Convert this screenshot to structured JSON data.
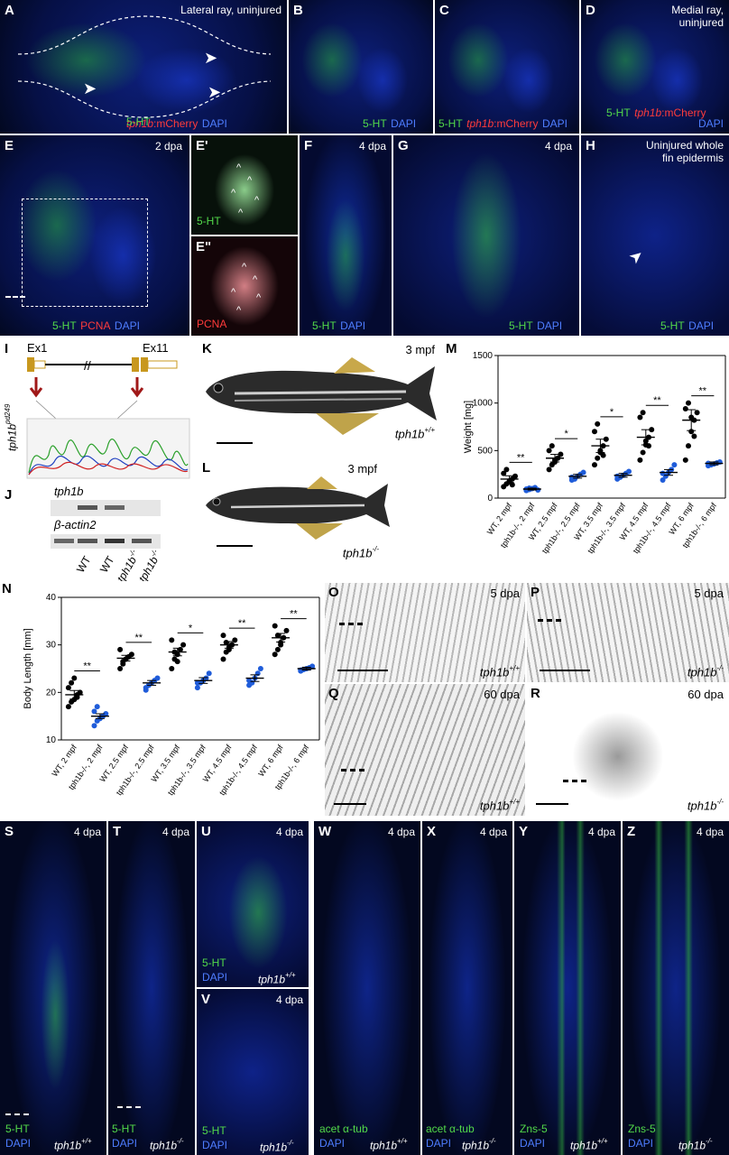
{
  "panels": {
    "A": {
      "letter": "A",
      "title": "Lateral ray, uninjured",
      "stain_5ht": "5-HT",
      "stain_gene": "tph1b",
      "stain_mcherry": ":mCherry",
      "stain_dapi": "DAPI"
    },
    "B": {
      "letter": "B",
      "stain_5ht": "5-HT",
      "stain_dapi": "DAPI"
    },
    "C": {
      "letter": "C",
      "stain_5ht": "5-HT",
      "stain_gene": "tph1b",
      "stain_mcherry": ":mCherry",
      "stain_dapi": "DAPI"
    },
    "D": {
      "letter": "D",
      "title_line1": "Medial ray,",
      "title_line2": "uninjured",
      "stain_5ht": "5-HT",
      "stain_gene": "tph1b",
      "stain_mcherry": ":mCherry",
      "stain_dapi": "DAPI"
    },
    "E": {
      "letter": "E",
      "time": "2 dpa",
      "stain_5ht": "5-HT",
      "stain_pcna": "PCNA",
      "stain_dapi": "DAPI"
    },
    "E1": {
      "letter": "E'",
      "stain": "5-HT"
    },
    "E2": {
      "letter": "E\"",
      "stain": "PCNA"
    },
    "F": {
      "letter": "F",
      "time": "4 dpa",
      "stain_5ht": "5-HT",
      "stain_dapi": "DAPI"
    },
    "G": {
      "letter": "G",
      "time": "4 dpa",
      "stain_5ht": "5-HT",
      "stain_dapi": "DAPI"
    },
    "H": {
      "letter": "H",
      "title_line1": "Uninjured whole",
      "title_line2": "fin epidermis",
      "stain_5ht": "5-HT",
      "stain_dapi": "DAPI"
    },
    "I": {
      "letter": "I",
      "exon1": "Ex1",
      "exon11": "Ex11",
      "allele_gene": "tph1b",
      "allele_sup": "pd249"
    },
    "J": {
      "letter": "J",
      "gel1": "tph1b",
      "gel2": "β-actin2",
      "lanes": [
        "WT",
        "WT",
        "tph1b",
        "tph1b"
      ],
      "lane_sup": "-/-"
    },
    "K": {
      "letter": "K",
      "age": "3 mpf",
      "genotype": "tph1b",
      "genotype_sup": "+/+"
    },
    "L": {
      "letter": "L",
      "age": "3 mpf",
      "genotype": "tph1b",
      "genotype_sup": "-/-"
    },
    "O": {
      "letter": "O",
      "time": "5 dpa",
      "genotype": "tph1b",
      "genotype_sup": "+/+"
    },
    "P": {
      "letter": "P",
      "time": "5 dpa",
      "genotype": "tph1b",
      "genotype_sup": "-/-"
    },
    "Q": {
      "letter": "Q",
      "time": "60 dpa",
      "genotype": "tph1b",
      "genotype_sup": "+/+"
    },
    "R": {
      "letter": "R",
      "time": "60 dpa",
      "genotype": "tph1b",
      "genotype_sup": "-/-"
    },
    "S": {
      "letter": "S",
      "time": "4 dpa",
      "stain1": "5-HT",
      "stain2": "DAPI",
      "genotype": "tph1b",
      "genotype_sup": "+/+"
    },
    "T": {
      "letter": "T",
      "time": "4 dpa",
      "stain1": "5-HT",
      "stain2": "DAPI",
      "genotype": "tph1b",
      "genotype_sup": "-/-"
    },
    "U": {
      "letter": "U",
      "time": "4 dpa",
      "stain1": "5-HT",
      "stain2": "DAPI",
      "genotype": "tph1b",
      "genotype_sup": "+/+"
    },
    "V": {
      "letter": "V",
      "time": "4 dpa",
      "stain1": "5-HT",
      "stain2": "DAPI",
      "genotype": "tph1b",
      "genotype_sup": "-/-"
    },
    "W": {
      "letter": "W",
      "time": "4 dpa",
      "stain1": "acet α-tub",
      "stain2": "DAPI",
      "genotype": "tph1b",
      "genotype_sup": "+/+"
    },
    "X": {
      "letter": "X",
      "time": "4 dpa",
      "stain1": "acet α-tub",
      "stain2": "DAPI",
      "genotype": "tph1b",
      "genotype_sup": "-/-"
    },
    "Y": {
      "letter": "Y",
      "time": "4 dpa",
      "stain1": "Zns-5",
      "stain2": "DAPI",
      "genotype": "tph1b",
      "genotype_sup": "+/+"
    },
    "Z": {
      "letter": "Z",
      "time": "4 dpa",
      "stain1": "Zns-5",
      "stain2": "DAPI",
      "genotype": "tph1b",
      "genotype_sup": "-/-"
    }
  },
  "chart_data": [
    {
      "panel": "M",
      "type": "scatter",
      "ylabel": "Weight [mg]",
      "ylim": [
        0,
        1500
      ],
      "yticks": [
        0,
        500,
        1000,
        1500
      ],
      "categories": [
        "WT, 2 mpf",
        "tph1b-/-, 2 mpf",
        "WT, 2.5 mpf",
        "tph1b-/-, 2.5 mpf",
        "WT, 3.5 mpf",
        "tph1b-/-, 3.5 mpf",
        "WT, 4.5 mpf",
        "tph1b-/-, 4.5 mpf",
        "WT, 6 mpf",
        "tph1b-/-, 6 mpf"
      ],
      "groups": [
        {
          "mean": 200,
          "sem": 35,
          "color": "#000000",
          "points": [
            120,
            150,
            170,
            200,
            230,
            260,
            300,
            180,
            140
          ]
        },
        {
          "mean": 95,
          "sem": 10,
          "color": "#1f5cd9",
          "points": [
            80,
            90,
            100,
            110,
            85,
            95,
            105
          ]
        },
        {
          "mean": 420,
          "sem": 40,
          "color": "#000000",
          "points": [
            300,
            350,
            380,
            420,
            460,
            500,
            550,
            400
          ]
        },
        {
          "mean": 230,
          "sem": 20,
          "color": "#1f5cd9",
          "points": [
            190,
            210,
            230,
            250,
            270,
            220,
            200
          ]
        },
        {
          "mean": 550,
          "sem": 70,
          "color": "#000000",
          "points": [
            350,
            420,
            480,
            550,
            620,
            700,
            780,
            500,
            450
          ]
        },
        {
          "mean": 240,
          "sem": 20,
          "color": "#1f5cd9",
          "points": [
            200,
            220,
            240,
            260,
            280,
            230
          ]
        },
        {
          "mean": 640,
          "sem": 80,
          "color": "#000000",
          "points": [
            400,
            480,
            560,
            640,
            720,
            850,
            900,
            600,
            550
          ]
        },
        {
          "mean": 270,
          "sem": 30,
          "color": "#1f5cd9",
          "points": [
            190,
            230,
            270,
            300,
            350,
            260
          ]
        },
        {
          "mean": 820,
          "sem": 110,
          "color": "#000000",
          "points": [
            400,
            550,
            700,
            820,
            900,
            940,
            1000,
            850,
            650
          ]
        },
        {
          "mean": 365,
          "sem": 15,
          "color": "#1f5cd9",
          "points": [
            340,
            350,
            360,
            370,
            380,
            365,
            355
          ]
        }
      ],
      "significance": [
        "**",
        "*",
        "*",
        "**",
        "**"
      ]
    },
    {
      "panel": "N",
      "type": "scatter",
      "ylabel": "Body Length [mm]",
      "ylim": [
        10,
        40
      ],
      "yticks": [
        10,
        20,
        30,
        40
      ],
      "categories": [
        "WT, 2 mpf",
        "tph1b-/-, 2 mpf",
        "WT, 2.5 mpf",
        "tph1b-/-, 2.5 mpf",
        "WT, 3.5 mpf",
        "tph1b-/-, 3.5 mpf",
        "WT, 4.5 mpf",
        "tph1b-/-, 4.5 mpf",
        "WT, 6 mpf",
        "tph1b-/-, 6 mpf"
      ],
      "groups": [
        {
          "mean": 19.5,
          "sem": 0.9,
          "color": "#000000",
          "points": [
            17,
            18,
            18.5,
            19,
            20,
            21,
            22,
            23,
            19.5
          ]
        },
        {
          "mean": 15,
          "sem": 0.5,
          "color": "#1f5cd9",
          "points": [
            13,
            14,
            14.5,
            15,
            15.5,
            16,
            17
          ]
        },
        {
          "mean": 27.2,
          "sem": 0.6,
          "color": "#000000",
          "points": [
            25,
            26,
            27,
            27.5,
            28,
            29,
            26.5,
            27
          ]
        },
        {
          "mean": 22,
          "sem": 0.5,
          "color": "#1f5cd9",
          "points": [
            21,
            21.5,
            22,
            22.5,
            23,
            20.5
          ]
        },
        {
          "mean": 28.5,
          "sem": 0.8,
          "color": "#000000",
          "points": [
            25,
            27,
            28,
            29,
            30,
            31,
            28.5,
            26.5
          ]
        },
        {
          "mean": 22.5,
          "sem": 0.6,
          "color": "#1f5cd9",
          "points": [
            21,
            22,
            22.5,
            23,
            24,
            22
          ]
        },
        {
          "mean": 30,
          "sem": 0.7,
          "color": "#000000",
          "points": [
            27,
            28.5,
            29,
            30,
            31,
            32,
            30.5,
            29.5
          ]
        },
        {
          "mean": 23,
          "sem": 0.7,
          "color": "#1f5cd9",
          "points": [
            21.5,
            22,
            23,
            24,
            25,
            22.5
          ]
        },
        {
          "mean": 31.5,
          "sem": 0.9,
          "color": "#000000",
          "points": [
            28,
            29,
            30.5,
            31.5,
            33,
            34,
            32,
            30
          ]
        },
        {
          "mean": 25,
          "sem": 0.3,
          "color": "#1f5cd9",
          "points": [
            24.5,
            24.8,
            25,
            25.2,
            25.5,
            24.7
          ]
        }
      ],
      "significance": [
        "**",
        "**",
        "*",
        "**",
        "**"
      ]
    }
  ]
}
